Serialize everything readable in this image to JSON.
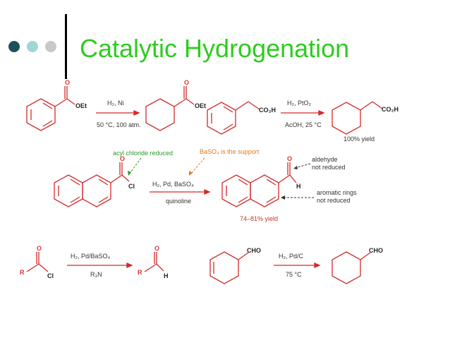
{
  "slide": {
    "title": "Catalytic Hydrogenation",
    "title_color": "#2ecc1f",
    "dot_colors": [
      "#1f4f5a",
      "#9fd6d6",
      "#c8c8c8"
    ]
  },
  "reactions": {
    "r1": {
      "group": "OEt",
      "reagent": "H₂, Ni",
      "conditions": "50 °C, 100 atm.",
      "product_group": "OEt"
    },
    "r2": {
      "group": "CO₂H",
      "reagent": "H₂, PtO₂",
      "conditions": "AcOH, 25 °C",
      "product_group": "CO₂H",
      "yield": "100% yield"
    },
    "r3": {
      "group": "Cl",
      "reagent": "H₂, Pd, BaSO₄",
      "conditions": "quinoline",
      "product_group": "H",
      "yield": "74–81% yield",
      "note_acyl": "acyl chloride reduced",
      "note_support": "BaSO₄  is the support",
      "note_aldehyde_1": "aldehyde",
      "note_aldehyde_2": "not reduced",
      "note_aromatic_1": "aromatic rings",
      "note_aromatic_2": "not reduced"
    },
    "r4": {
      "r_group": "R",
      "leaving": "Cl",
      "reagent": "H₂, Pd/BaSO₄",
      "conditions": "R₃N",
      "product_r": "R",
      "product_h": "H"
    },
    "r5": {
      "group": "CHO",
      "reagent": "H₂, Pd/C",
      "conditions": "75 °C",
      "product_group": "CHO"
    }
  },
  "colors": {
    "structure": "#d42a2a",
    "arrow": "#d42a2a",
    "text": "#333333",
    "note_green": "#2a9a2a",
    "note_orange": "#e07b20"
  }
}
